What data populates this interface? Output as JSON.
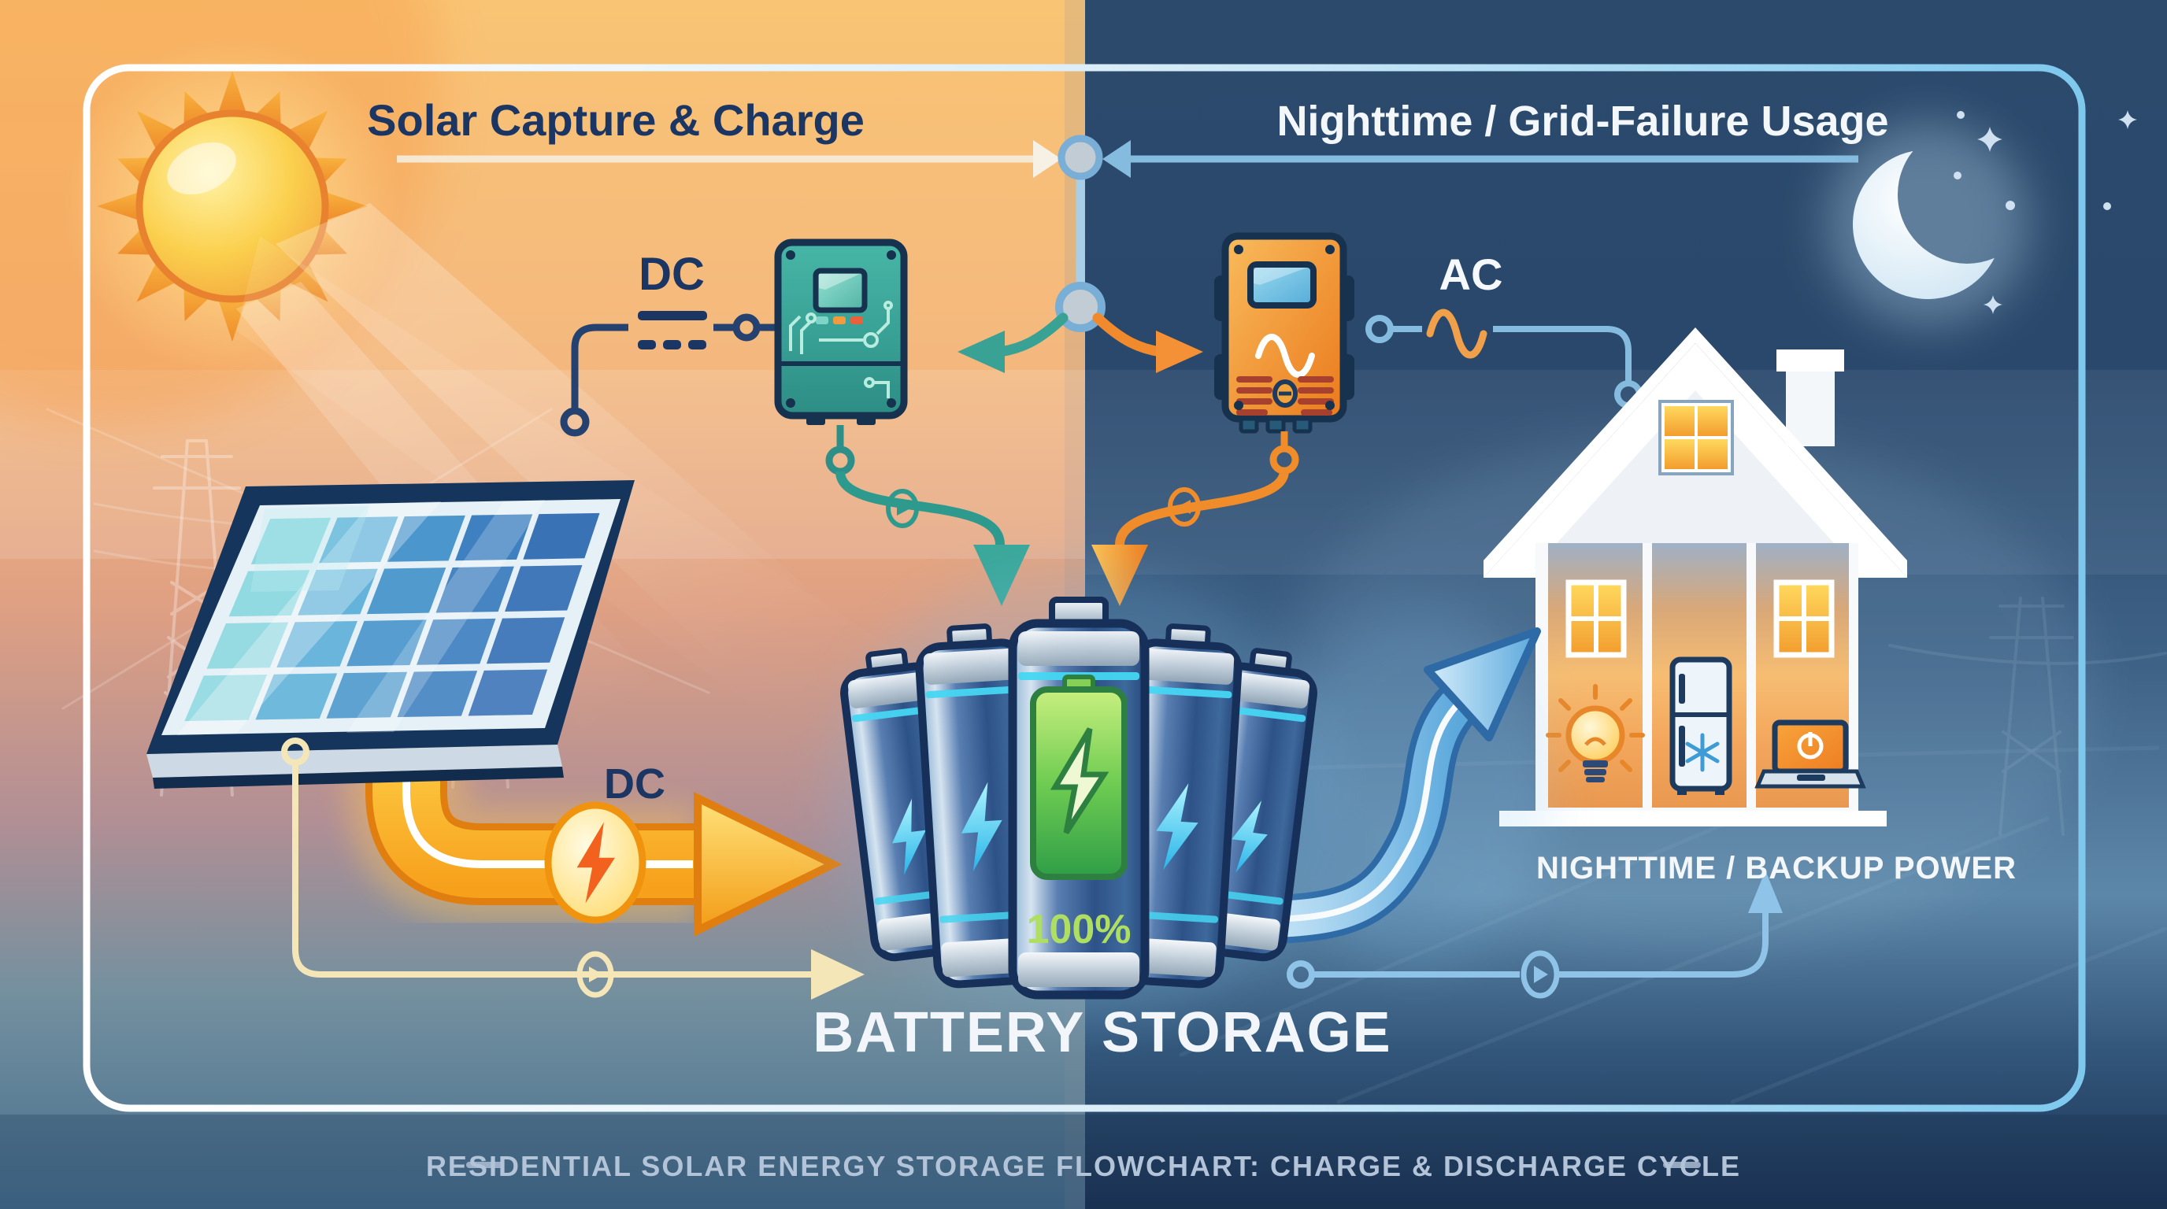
{
  "header": {
    "day_title": "Solar Capture & Charge",
    "night_title": "Nighttime / Grid-Failure Usage"
  },
  "flow": {
    "dc_input_label": "DC",
    "dc_charge_label": "DC",
    "ac_output_label": "AC"
  },
  "battery": {
    "charge_level": "100%",
    "label": "BATTERY STORAGE"
  },
  "house": {
    "label": "NIGHTTIME / BACKUP POWER"
  },
  "footer": {
    "caption": "RESIDENTIAL SOLAR ENERGY STORAGE FLOWCHART: CHARGE & DISCHARGE CYCLE"
  },
  "icons": [
    "sun-icon",
    "moon-icon",
    "star-icon",
    "solar-panel-icon",
    "charge-controller-icon",
    "inverter-icon",
    "battery-icon",
    "lightning-bolt-icon",
    "house-icon",
    "lightbulb-icon",
    "fridge-icon",
    "snowflake-icon",
    "laptop-icon",
    "power-icon",
    "dc-symbol-icon",
    "ac-sine-icon",
    "flow-arrow-icon",
    "junction-node-icon"
  ],
  "colors": {
    "day_accent": "#f2a33c",
    "night_bg": "#2a4a6e",
    "teal": "#2e958a",
    "orange": "#ef7d1e",
    "light_blue": "#8fc3e8",
    "navy_text": "#1c3664",
    "charge_green": "#5fc24e",
    "cyan": "#45d6f2",
    "cream": "#f5e6b8"
  }
}
